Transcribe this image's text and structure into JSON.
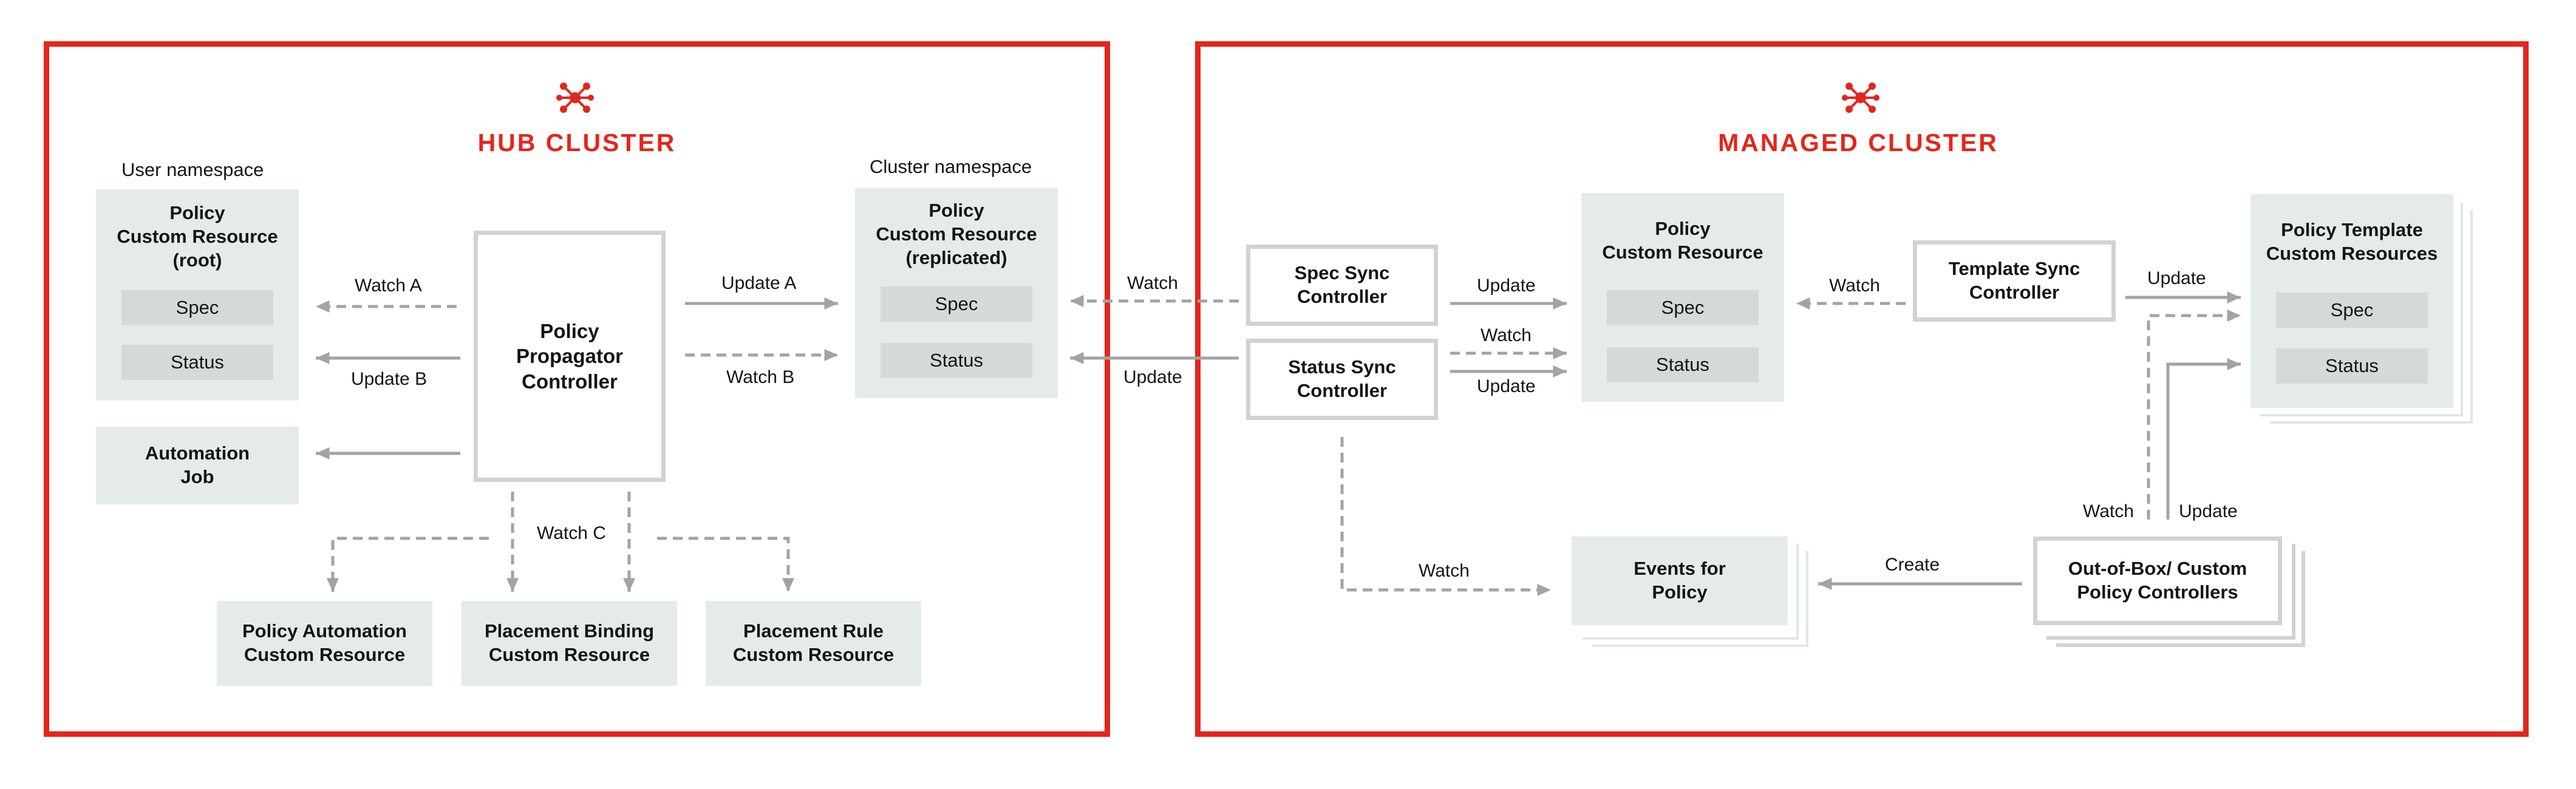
{
  "hub": {
    "title": "HUB CLUSTER",
    "user_namespace_label": "User namespace",
    "cluster_namespace_label": "Cluster namespace",
    "root_policy": {
      "title": "Policy\nCustom Resource\n(root)",
      "spec": "Spec",
      "status": "Status"
    },
    "replicated_policy": {
      "title": "Policy\nCustom Resource\n(replicated)",
      "spec": "Spec",
      "status": "Status"
    },
    "propagator": "Policy\nPropagator\nController",
    "automation_job": "Automation\nJob",
    "policy_automation": "Policy Automation\nCustom Resource",
    "placement_binding": "Placement Binding\nCustom Resource",
    "placement_rule": "Placement Rule\nCustom Resource",
    "edges": {
      "watch_a": "Watch A",
      "update_b": "Update B",
      "update_a": "Update A",
      "watch_b": "Watch B",
      "watch_c": "Watch C"
    }
  },
  "cross": {
    "watch": "Watch",
    "update": "Update"
  },
  "managed": {
    "title": "MANAGED CLUSTER",
    "spec_sync": "Spec Sync\nController",
    "status_sync": "Status Sync\nController",
    "policy": {
      "title": "Policy\nCustom Resource",
      "spec": "Spec",
      "status": "Status"
    },
    "template_sync": "Template Sync\nController",
    "policy_template": {
      "title": "Policy Template\nCustom Resources",
      "spec": "Spec",
      "status": "Status"
    },
    "events": "Events for\nPolicy",
    "oob_controllers": "Out-of-Box/ Custom\nPolicy Controllers",
    "edges": {
      "update_spec": "Update",
      "watch_status": "Watch",
      "update_status": "Update",
      "watch_template": "Watch",
      "update_template": "Update",
      "watch_oob": "Watch",
      "update_oob": "Update",
      "watch_events": "Watch",
      "create": "Create"
    }
  },
  "colors": {
    "frame": "#e4261c",
    "shaded_box": "#e5ebea",
    "inner_box": "#d4dad9",
    "outline": "#d2d2d2",
    "arrow": "#a3a3a3"
  },
  "icons": {
    "hub_cluster": "cluster-network-icon",
    "managed_cluster": "cluster-network-icon"
  }
}
